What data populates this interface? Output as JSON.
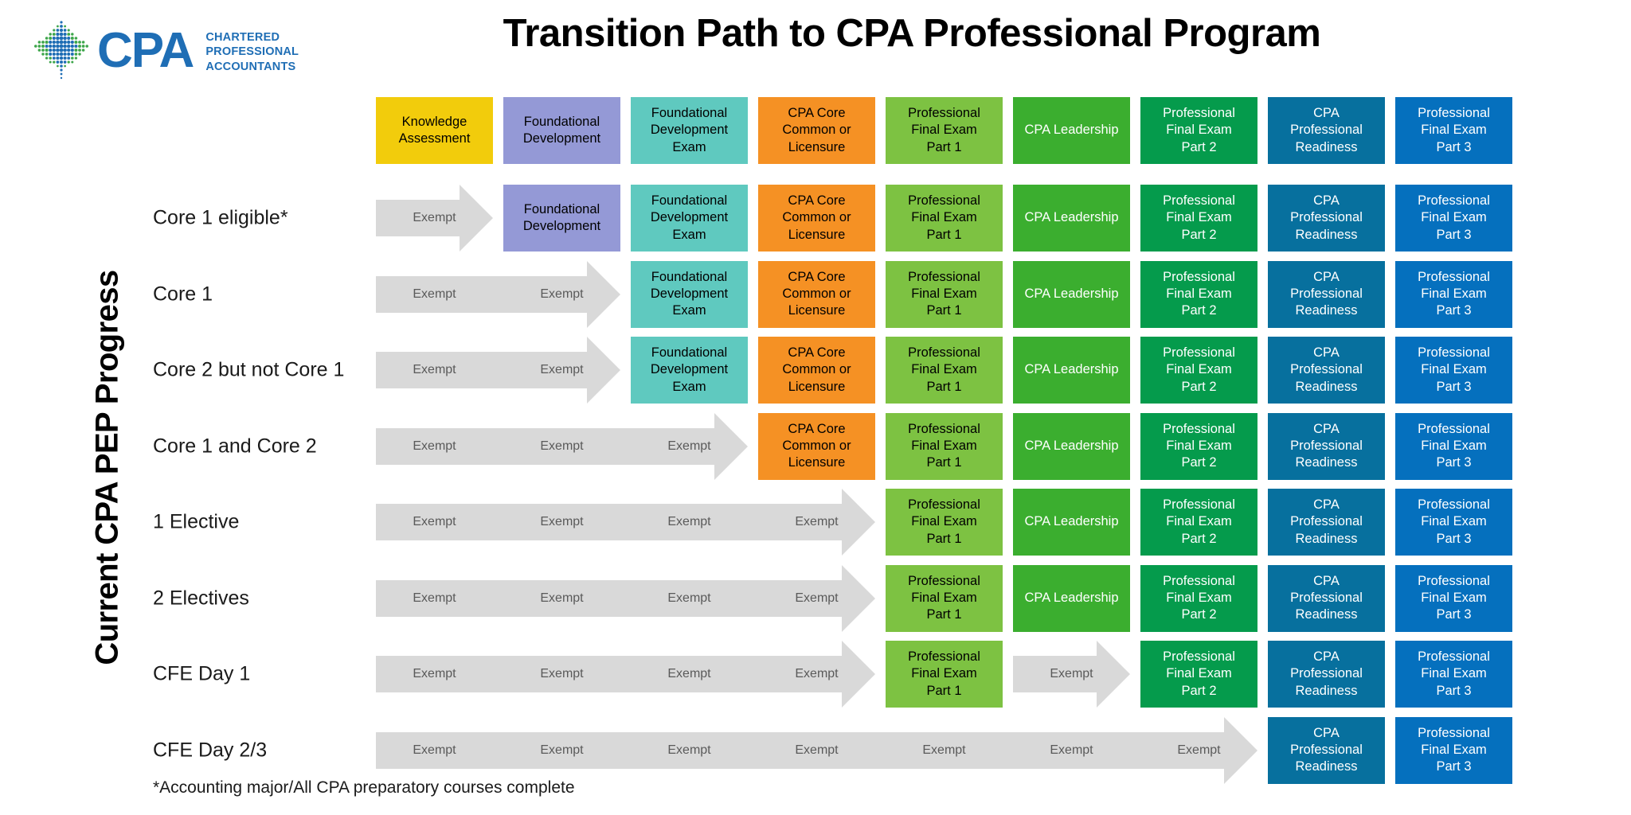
{
  "title": "Transition Path to CPA Professional Program",
  "axis_label": "Current CPA PEP Progress",
  "footnote": "*Accounting major/All CPA preparatory courses complete",
  "logo": {
    "mark": "cpa-maple-leaf-icon",
    "wordmark": "CPA",
    "tagline_line1": "CHARTERED",
    "tagline_line2": "PROFESSIONAL",
    "tagline_line3": "ACCOUNTANTS",
    "brand_color": "#1F6EB5",
    "leaf_colors": [
      "#1F6EB5",
      "#3EA64B"
    ]
  },
  "colors": {
    "knowledge_assessment": "#F2CC0C",
    "foundational_development": "#9499D6",
    "foundational_development_exam": "#5FC9BF",
    "cpa_core": "#F59124",
    "pfe_part1": "#7DC242",
    "cpa_leadership": "#3BAE2F",
    "pfe_part2": "#059B4C",
    "cpa_professional_readiness": "#07709E",
    "pfe_part3": "#0570BE",
    "exempt_arrow": "#D9D9D9",
    "exempt_text": "#5A5A5A",
    "dark_text": "#000000",
    "light_text": "#FFFFFF"
  },
  "header": {
    "columns": [
      {
        "key": "knowledge_assessment",
        "label": "Knowledge\nAssessment",
        "bg": "#F2CC0C",
        "fg": "#000000"
      },
      {
        "key": "foundational_development",
        "label": "Foundational\nDevelopment",
        "bg": "#9499D6",
        "fg": "#000000"
      },
      {
        "key": "foundational_development_exam",
        "label": "Foundational\nDevelopment\nExam",
        "bg": "#5FC9BF",
        "fg": "#000000"
      },
      {
        "key": "cpa_core",
        "label": "CPA Core\nCommon or\nLicensure",
        "bg": "#F59124",
        "fg": "#000000"
      },
      {
        "key": "pfe_part1",
        "label": "Professional\nFinal Exam\nPart 1",
        "bg": "#7DC242",
        "fg": "#000000"
      },
      {
        "key": "cpa_leadership",
        "label": "CPA Leadership",
        "bg": "#3BAE2F",
        "fg": "#FFFFFF"
      },
      {
        "key": "pfe_part2",
        "label": "Professional\nFinal Exam\nPart 2",
        "bg": "#059B4C",
        "fg": "#FFFFFF"
      },
      {
        "key": "cpa_professional_readiness",
        "label": "CPA\nProfessional\nReadiness",
        "bg": "#07709E",
        "fg": "#FFFFFF"
      },
      {
        "key": "pfe_part3",
        "label": "Professional\nFinal Exam\nPart 3",
        "bg": "#0570BE",
        "fg": "#FFFFFF"
      }
    ]
  },
  "exempt_label": "Exempt",
  "rows": [
    {
      "label": "Core 1 eligible*",
      "segments": [
        {
          "type": "exempt",
          "start": 0,
          "span": 1,
          "exempt_labels": [
            "Exempt"
          ]
        },
        {
          "type": "box",
          "col": 1,
          "label": "Foundational\nDevelopment",
          "bg": "#9499D6",
          "fg": "#000000"
        },
        {
          "type": "box",
          "col": 2,
          "label": "Foundational\nDevelopment\nExam",
          "bg": "#5FC9BF",
          "fg": "#000000"
        },
        {
          "type": "box",
          "col": 3,
          "label": "CPA Core\nCommon or\nLicensure",
          "bg": "#F59124",
          "fg": "#000000"
        },
        {
          "type": "box",
          "col": 4,
          "label": "Professional\nFinal Exam\nPart 1",
          "bg": "#7DC242",
          "fg": "#000000"
        },
        {
          "type": "box",
          "col": 5,
          "label": "CPA Leadership",
          "bg": "#3BAE2F",
          "fg": "#FFFFFF"
        },
        {
          "type": "box",
          "col": 6,
          "label": "Professional\nFinal Exam\nPart 2",
          "bg": "#059B4C",
          "fg": "#FFFFFF"
        },
        {
          "type": "box",
          "col": 7,
          "label": "CPA\nProfessional\nReadiness",
          "bg": "#07709E",
          "fg": "#FFFFFF"
        },
        {
          "type": "box",
          "col": 8,
          "label": "Professional\nFinal Exam\nPart 3",
          "bg": "#0570BE",
          "fg": "#FFFFFF"
        }
      ]
    },
    {
      "label": "Core 1",
      "segments": [
        {
          "type": "exempt",
          "start": 0,
          "span": 2,
          "exempt_labels": [
            "Exempt",
            "Exempt"
          ]
        },
        {
          "type": "box",
          "col": 2,
          "label": "Foundational\nDevelopment\nExam",
          "bg": "#5FC9BF",
          "fg": "#000000"
        },
        {
          "type": "box",
          "col": 3,
          "label": "CPA Core\nCommon or\nLicensure",
          "bg": "#F59124",
          "fg": "#000000"
        },
        {
          "type": "box",
          "col": 4,
          "label": "Professional\nFinal Exam\nPart 1",
          "bg": "#7DC242",
          "fg": "#000000"
        },
        {
          "type": "box",
          "col": 5,
          "label": "CPA Leadership",
          "bg": "#3BAE2F",
          "fg": "#FFFFFF"
        },
        {
          "type": "box",
          "col": 6,
          "label": "Professional\nFinal Exam\nPart 2",
          "bg": "#059B4C",
          "fg": "#FFFFFF"
        },
        {
          "type": "box",
          "col": 7,
          "label": "CPA\nProfessional\nReadiness",
          "bg": "#07709E",
          "fg": "#FFFFFF"
        },
        {
          "type": "box",
          "col": 8,
          "label": "Professional\nFinal Exam\nPart 3",
          "bg": "#0570BE",
          "fg": "#FFFFFF"
        }
      ]
    },
    {
      "label": "Core 2 but not Core 1",
      "segments": [
        {
          "type": "exempt",
          "start": 0,
          "span": 2,
          "exempt_labels": [
            "Exempt",
            "Exempt"
          ]
        },
        {
          "type": "box",
          "col": 2,
          "label": "Foundational\nDevelopment\nExam",
          "bg": "#5FC9BF",
          "fg": "#000000"
        },
        {
          "type": "box",
          "col": 3,
          "label": "CPA Core\nCommon or\nLicensure",
          "bg": "#F59124",
          "fg": "#000000"
        },
        {
          "type": "box",
          "col": 4,
          "label": "Professional\nFinal Exam\nPart 1",
          "bg": "#7DC242",
          "fg": "#000000"
        },
        {
          "type": "box",
          "col": 5,
          "label": "CPA Leadership",
          "bg": "#3BAE2F",
          "fg": "#FFFFFF"
        },
        {
          "type": "box",
          "col": 6,
          "label": "Professional\nFinal Exam\nPart 2",
          "bg": "#059B4C",
          "fg": "#FFFFFF"
        },
        {
          "type": "box",
          "col": 7,
          "label": "CPA\nProfessional\nReadiness",
          "bg": "#07709E",
          "fg": "#FFFFFF"
        },
        {
          "type": "box",
          "col": 8,
          "label": "Professional\nFinal Exam\nPart 3",
          "bg": "#0570BE",
          "fg": "#FFFFFF"
        }
      ]
    },
    {
      "label": "Core 1 and  Core 2",
      "segments": [
        {
          "type": "exempt",
          "start": 0,
          "span": 3,
          "exempt_labels": [
            "Exempt",
            "Exempt",
            "Exempt"
          ]
        },
        {
          "type": "box",
          "col": 3,
          "label": "CPA Core\nCommon or\nLicensure",
          "bg": "#F59124",
          "fg": "#000000"
        },
        {
          "type": "box",
          "col": 4,
          "label": "Professional\nFinal Exam\nPart 1",
          "bg": "#7DC242",
          "fg": "#000000"
        },
        {
          "type": "box",
          "col": 5,
          "label": "CPA Leadership",
          "bg": "#3BAE2F",
          "fg": "#FFFFFF"
        },
        {
          "type": "box",
          "col": 6,
          "label": "Professional\nFinal Exam\nPart 2",
          "bg": "#059B4C",
          "fg": "#FFFFFF"
        },
        {
          "type": "box",
          "col": 7,
          "label": "CPA\nProfessional\nReadiness",
          "bg": "#07709E",
          "fg": "#FFFFFF"
        },
        {
          "type": "box",
          "col": 8,
          "label": "Professional\nFinal Exam\nPart 3",
          "bg": "#0570BE",
          "fg": "#FFFFFF"
        }
      ]
    },
    {
      "label": "1 Elective",
      "segments": [
        {
          "type": "exempt",
          "start": 0,
          "span": 4,
          "exempt_labels": [
            "Exempt",
            "Exempt",
            "Exempt",
            "Exempt"
          ]
        },
        {
          "type": "box",
          "col": 4,
          "label": "Professional\nFinal Exam\nPart 1",
          "bg": "#7DC242",
          "fg": "#000000"
        },
        {
          "type": "box",
          "col": 5,
          "label": "CPA Leadership",
          "bg": "#3BAE2F",
          "fg": "#FFFFFF"
        },
        {
          "type": "box",
          "col": 6,
          "label": "Professional\nFinal Exam\nPart 2",
          "bg": "#059B4C",
          "fg": "#FFFFFF"
        },
        {
          "type": "box",
          "col": 7,
          "label": "CPA\nProfessional\nReadiness",
          "bg": "#07709E",
          "fg": "#FFFFFF"
        },
        {
          "type": "box",
          "col": 8,
          "label": "Professional\nFinal Exam\nPart 3",
          "bg": "#0570BE",
          "fg": "#FFFFFF"
        }
      ]
    },
    {
      "label": "2 Electives",
      "segments": [
        {
          "type": "exempt",
          "start": 0,
          "span": 4,
          "exempt_labels": [
            "Exempt",
            "Exempt",
            "Exempt",
            "Exempt"
          ]
        },
        {
          "type": "box",
          "col": 4,
          "label": "Professional\nFinal Exam\nPart 1",
          "bg": "#7DC242",
          "fg": "#000000"
        },
        {
          "type": "box",
          "col": 5,
          "label": "CPA Leadership",
          "bg": "#3BAE2F",
          "fg": "#FFFFFF"
        },
        {
          "type": "box",
          "col": 6,
          "label": "Professional\nFinal Exam\nPart 2",
          "bg": "#059B4C",
          "fg": "#FFFFFF"
        },
        {
          "type": "box",
          "col": 7,
          "label": "CPA\nProfessional\nReadiness",
          "bg": "#07709E",
          "fg": "#FFFFFF"
        },
        {
          "type": "box",
          "col": 8,
          "label": "Professional\nFinal Exam\nPart 3",
          "bg": "#0570BE",
          "fg": "#FFFFFF"
        }
      ]
    },
    {
      "label": "CFE Day 1",
      "segments": [
        {
          "type": "exempt",
          "start": 0,
          "span": 4,
          "exempt_labels": [
            "Exempt",
            "Exempt",
            "Exempt",
            "Exempt"
          ]
        },
        {
          "type": "box",
          "col": 4,
          "label": "Professional\nFinal Exam\nPart 1",
          "bg": "#7DC242",
          "fg": "#000000"
        },
        {
          "type": "exempt",
          "start": 5,
          "span": 1,
          "exempt_labels": [
            "Exempt"
          ]
        },
        {
          "type": "box",
          "col": 6,
          "label": "Professional\nFinal Exam\nPart 2",
          "bg": "#059B4C",
          "fg": "#FFFFFF"
        },
        {
          "type": "box",
          "col": 7,
          "label": "CPA\nProfessional\nReadiness",
          "bg": "#07709E",
          "fg": "#FFFFFF"
        },
        {
          "type": "box",
          "col": 8,
          "label": "Professional\nFinal Exam\nPart 3",
          "bg": "#0570BE",
          "fg": "#FFFFFF"
        }
      ]
    },
    {
      "label": "CFE Day 2/3",
      "segments": [
        {
          "type": "exempt",
          "start": 0,
          "span": 7,
          "exempt_labels": [
            "Exempt",
            "Exempt",
            "Exempt",
            "Exempt",
            "Exempt",
            "Exempt",
            "Exempt"
          ]
        },
        {
          "type": "box",
          "col": 7,
          "label": "CPA\nProfessional\nReadiness",
          "bg": "#07709E",
          "fg": "#FFFFFF"
        },
        {
          "type": "box",
          "col": 8,
          "label": "Professional\nFinal Exam\nPart 3",
          "bg": "#0570BE",
          "fg": "#FFFFFF"
        }
      ]
    }
  ]
}
